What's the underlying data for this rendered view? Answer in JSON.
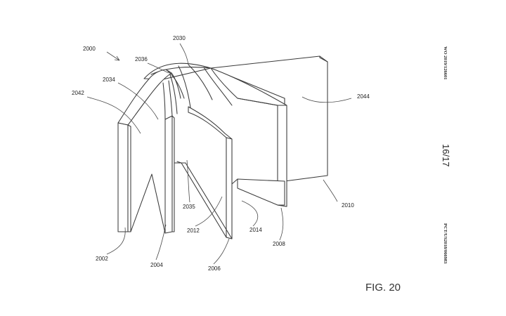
{
  "figure": {
    "caption": "FIG. 20",
    "sheet_number": "16/17",
    "publication_number": "WO 2019/126601",
    "application_number": "PCT/US2018/066983"
  },
  "reference_labels": {
    "r2000": "2000",
    "r2030": "2030",
    "r2036": "2036",
    "r2034": "2034",
    "r2042": "2042",
    "r2044": "2044",
    "r2010": "2010",
    "r2035": "2035",
    "r2012": "2012",
    "r2014": "2014",
    "r2008": "2008",
    "r2002": "2002",
    "r2004": "2004",
    "r2006": "2006"
  }
}
